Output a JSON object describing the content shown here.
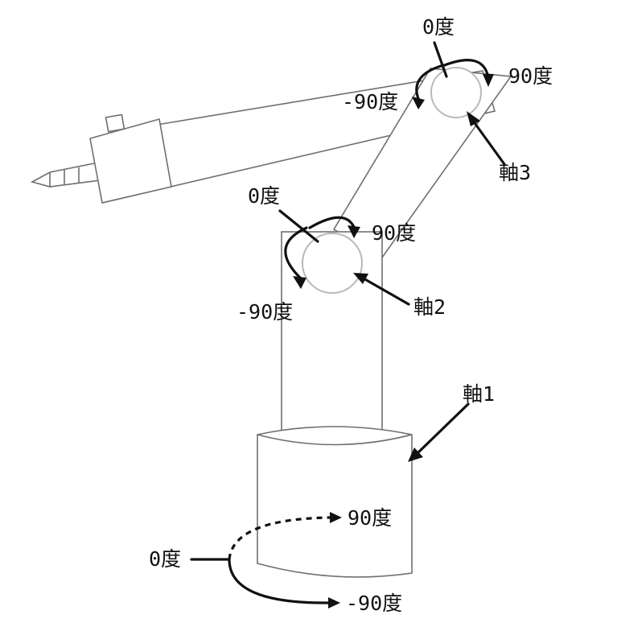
{
  "joint1": {
    "name": "軸1",
    "zero": "0度",
    "plus90": "90度",
    "minus90": "-90度"
  },
  "joint2": {
    "name": "軸2",
    "zero": "0度",
    "plus90": "90度",
    "minus90": "-90度"
  },
  "joint3": {
    "name": "軸3",
    "zero": "0度",
    "plus90": "90度",
    "minus90": "-90度"
  }
}
